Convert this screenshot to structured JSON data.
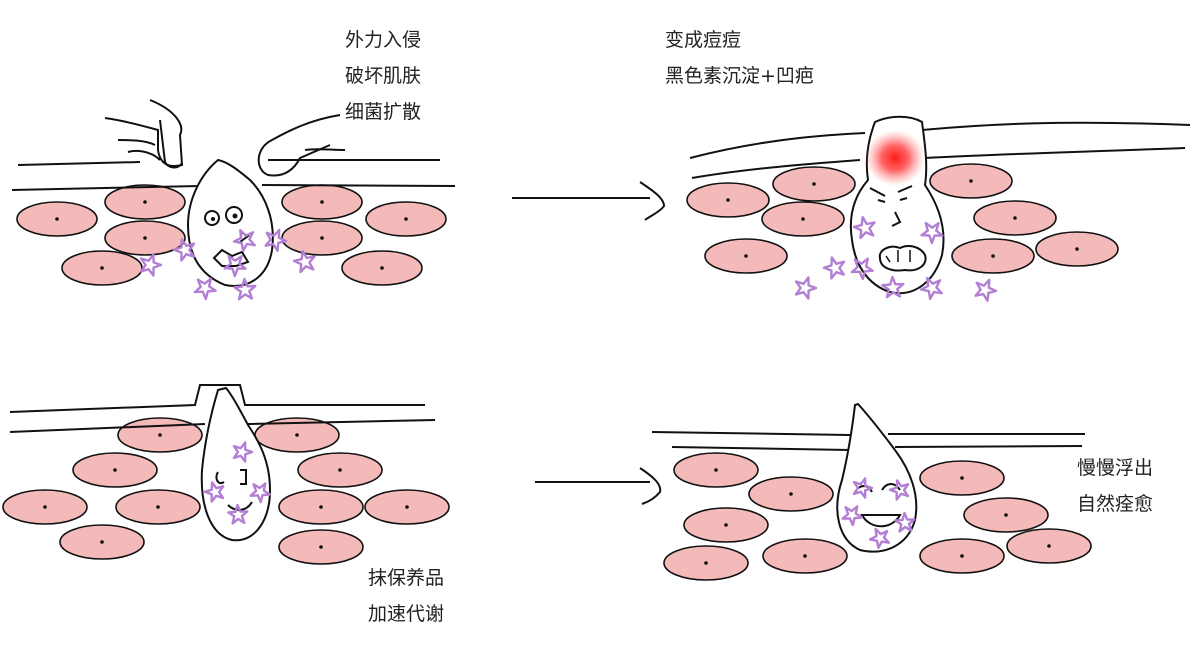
{
  "panels": {
    "stage1": {
      "lines": [
        "外力入侵",
        "破坏肌肤",
        "细菌扩散"
      ]
    },
    "stage2": {
      "lines": [
        "变成痘痘",
        "黑色素沉淀+凹疤"
      ]
    },
    "stage3": {
      "lines": [
        "抹保养品",
        "加速代谢"
      ]
    },
    "stage4": {
      "lines": [
        "慢慢浮出",
        "自然痊愈"
      ]
    }
  },
  "colors": {
    "cell_fill": "#f4b9b9",
    "bacteria": "#b27fd3",
    "inflammation": "#ff2a2a",
    "stroke": "#111111"
  }
}
